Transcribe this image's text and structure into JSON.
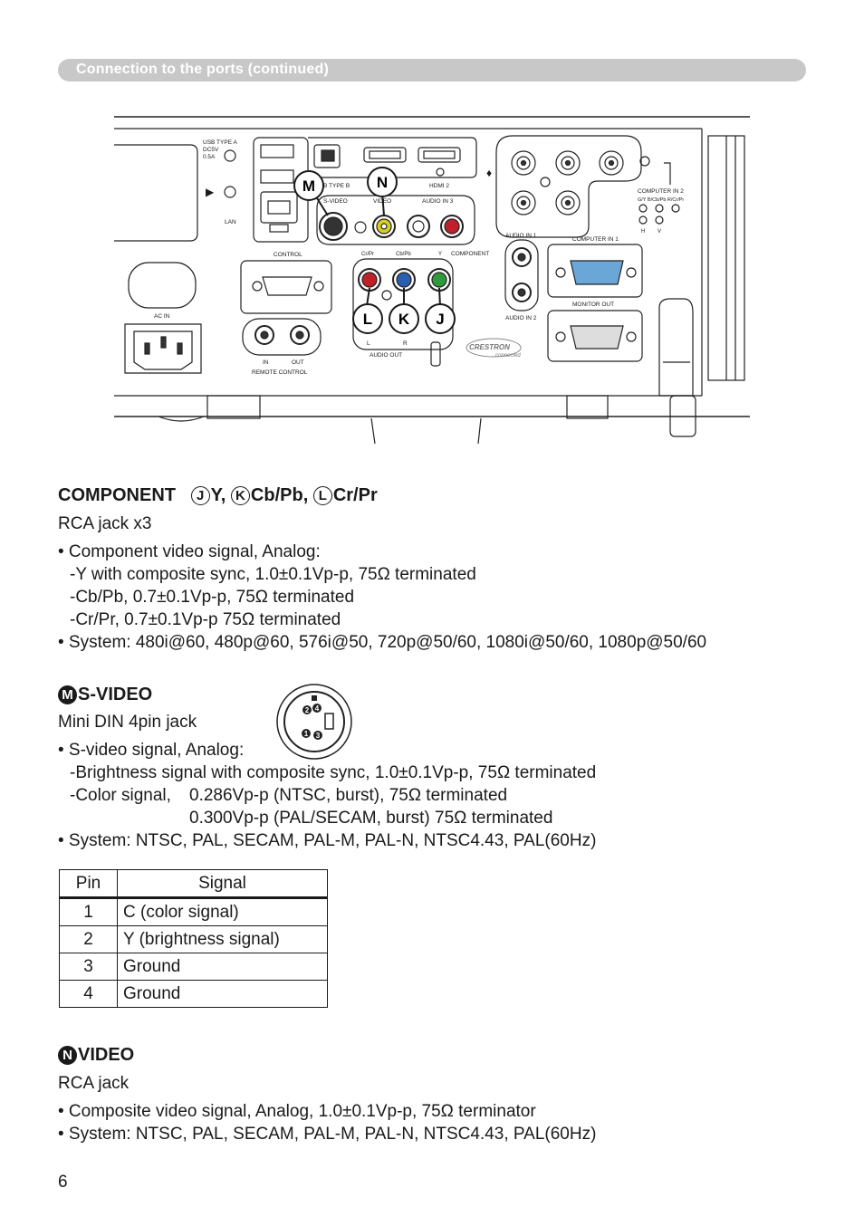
{
  "header": {
    "title": "Connection to the ports (continued)"
  },
  "panel": {
    "markers": {
      "m": "M",
      "n": "N",
      "l": "L",
      "k": "K",
      "j": "J"
    },
    "labels": {
      "usb_a": "USB TYPE A",
      "usb_a_power": "DC5V",
      "usb_a_current": "0.5A",
      "lan": "LAN",
      "usb_b": "USB TYPE B",
      "hdmi2": "HDMI 2",
      "s_video": "S-VIDEO",
      "video": "VIDEO",
      "audio_in3": "AUDIO IN 3",
      "control": "CONTROL",
      "component": "COMPONENT",
      "cr_pr": "Cr/Pr",
      "cb_pb": "Cb/Pb",
      "y": "Y",
      "audio_in1": "AUDIO IN 1",
      "audio_in2": "AUDIO IN 2",
      "computer_in1": "COMPUTER IN 1",
      "computer_in2": "COMPUTER IN 2",
      "computer_in2_sub": "G/Y  B/Cb/Pb  R/Cr/Pr",
      "h": "H",
      "v": "V",
      "monitor_out": "MONITOR OUT",
      "ac_in": "AC IN",
      "in": "IN",
      "out": "OUT",
      "remote_control": "REMOTE CONTROL",
      "audio_out": "AUDIO OUT",
      "audio_l": "L",
      "audio_r": "R",
      "crestron": "CRESTRON",
      "crestron_sub": "connected"
    }
  },
  "component": {
    "heading_prefix": "COMPONENT",
    "j_letter": "J",
    "j_text": "Y,",
    "k_letter": "K",
    "k_text": "Cb/Pb,",
    "l_letter": "L",
    "l_text": "Cr/Pr",
    "jack": "RCA jack x3",
    "lines": [
      "• Component video signal, Analog:",
      "-Y with composite sync, 1.0±0.1Vp-p, 75Ω terminated",
      "-Cb/Pb, 0.7±0.1Vp-p, 75Ω terminated",
      "-Cr/Pr, 0.7±0.1Vp-p 75Ω terminated",
      "• System: 480i@60, 480p@60, 576i@50, 720p@50/60, 1080i@50/60, 1080p@50/60"
    ]
  },
  "svideo": {
    "letter": "M",
    "title": "S-VIDEO",
    "jack": "Mini DIN 4pin jack",
    "pin_labels": [
      "1",
      "2",
      "3",
      "4"
    ],
    "lines": [
      "• S-video signal, Analog:",
      "-Brightness signal with composite sync, 1.0±0.1Vp-p, 75Ω terminated",
      "-Color signal,",
      "0.286Vp-p (NTSC, burst), 75Ω terminated",
      "0.300Vp-p (PAL/SECAM, burst) 75Ω terminated",
      "• System: NTSC, PAL, SECAM, PAL-M, PAL-N, NTSC4.43, PAL(60Hz)"
    ],
    "table": {
      "headers": [
        "Pin",
        "Signal"
      ],
      "rows": [
        [
          "1",
          "C (color signal)"
        ],
        [
          "2",
          "Y (brightness signal)"
        ],
        [
          "3",
          "Ground"
        ],
        [
          "4",
          "Ground"
        ]
      ]
    }
  },
  "video": {
    "letter": "N",
    "title": "VIDEO",
    "jack": "RCA jack",
    "lines": [
      "• Composite video signal, Analog, 1.0±0.1Vp-p, 75Ω terminator",
      "• System: NTSC, PAL, SECAM, PAL-M, PAL-N, NTSC4.43, PAL(60Hz)"
    ]
  },
  "page_number": "6",
  "colors": {
    "header_bar": "#c8c8c8",
    "cr_pr_jack": "#c0202a",
    "cb_pb_jack": "#2a5fb0",
    "y_jack": "#2e9a3e",
    "video_jack": "#d8d020",
    "audio_r_jack": "#c0202a"
  }
}
